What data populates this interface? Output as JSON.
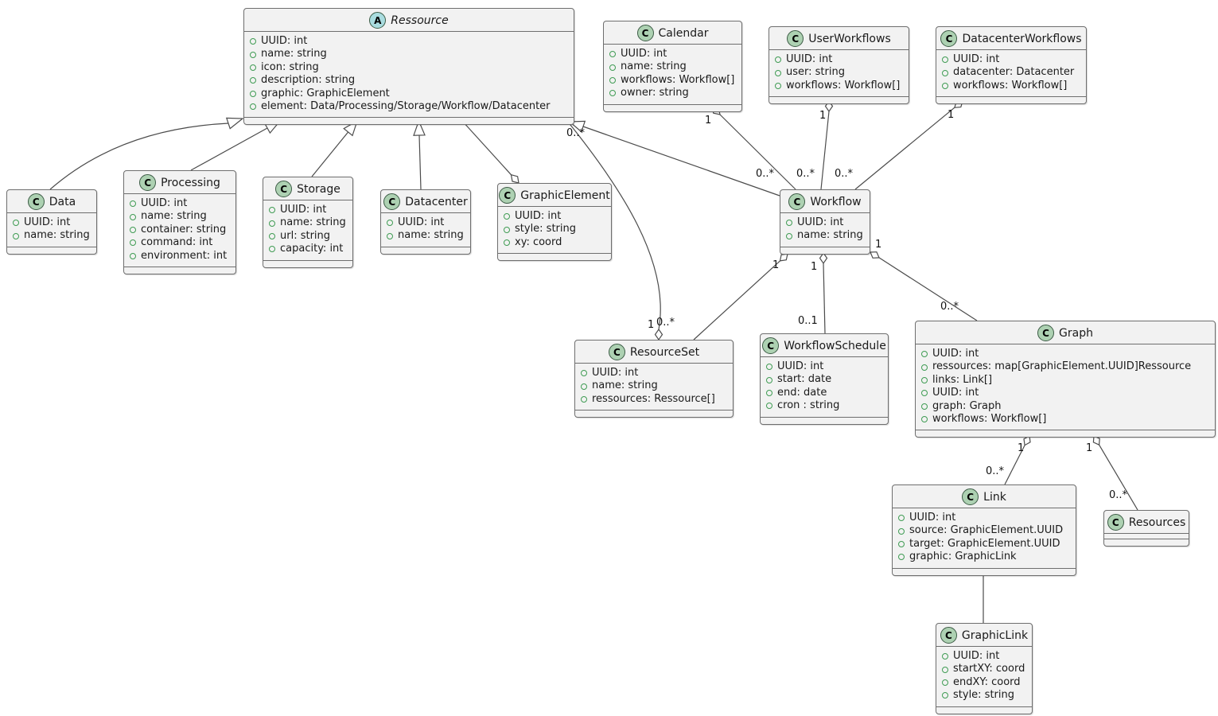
{
  "diagram": {
    "icons": {
      "class_letter": "C",
      "abstract_letter": "A"
    },
    "colors": {
      "background": "#FFFFFF",
      "box_fill": "#F2F2F2",
      "box_border": "#6E6E6E",
      "edge_line": "#4B4B4B",
      "class_circle_fill": "#ADD1B2",
      "abstract_circle_fill": "#A9DCDF",
      "attribute_icon_green": "#3F9C53",
      "text": "#1A1A1A"
    },
    "classes": [
      {
        "id": "ressource",
        "name": "Ressource",
        "stereotype": "abstract",
        "attributes": [
          "UUID: int",
          "name: string",
          "icon: string",
          "description: string",
          "graphic: GraphicElement",
          "element: Data/Processing/Storage/Workflow/Datacenter"
        ]
      },
      {
        "id": "calendar",
        "name": "Calendar",
        "stereotype": "class",
        "attributes": [
          "UUID: int",
          "name: string",
          "workflows: Workflow[]",
          "owner: string"
        ]
      },
      {
        "id": "userworkflows",
        "name": "UserWorkflows",
        "stereotype": "class",
        "attributes": [
          "UUID: int",
          "user: string",
          "workflows: Workflow[]"
        ]
      },
      {
        "id": "datacenterworkflows",
        "name": "DatacenterWorkflows",
        "stereotype": "class",
        "attributes": [
          "UUID: int",
          "datacenter: Datacenter",
          "workflows: Workflow[]"
        ]
      },
      {
        "id": "data",
        "name": "Data",
        "stereotype": "class",
        "attributes": [
          "UUID: int",
          "name: string"
        ]
      },
      {
        "id": "processing",
        "name": "Processing",
        "stereotype": "class",
        "attributes": [
          "UUID: int",
          "name: string",
          "container: string",
          "command: int",
          "environment: int"
        ]
      },
      {
        "id": "storage",
        "name": "Storage",
        "stereotype": "class",
        "attributes": [
          "UUID: int",
          "name: string",
          "url: string",
          "capacity: int"
        ]
      },
      {
        "id": "datacenter",
        "name": "Datacenter",
        "stereotype": "class",
        "attributes": [
          "UUID: int",
          "name: string"
        ]
      },
      {
        "id": "graphicelement",
        "name": "GraphicElement",
        "stereotype": "class",
        "attributes": [
          "UUID: int",
          "style: string",
          "xy: coord"
        ]
      },
      {
        "id": "workflow",
        "name": "Workflow",
        "stereotype": "class",
        "attributes": [
          "UUID: int",
          "name: string"
        ]
      },
      {
        "id": "resourceset",
        "name": "ResourceSet",
        "stereotype": "class",
        "attributes": [
          "UUID: int",
          "name: string",
          "ressources: Ressource[]"
        ]
      },
      {
        "id": "workflowschedule",
        "name": "WorkflowSchedule",
        "stereotype": "class",
        "attributes": [
          "UUID: int",
          "start: date",
          "end: date",
          "cron : string"
        ]
      },
      {
        "id": "graph",
        "name": "Graph",
        "stereotype": "class",
        "attributes": [
          "UUID: int",
          "ressources: map[GraphicElement.UUID]Ressource",
          "links: Link[]",
          "UUID: int",
          "graph: Graph",
          "workflows: Workflow[]"
        ]
      },
      {
        "id": "link",
        "name": "Link",
        "stereotype": "class",
        "attributes": [
          "UUID: int",
          "source: GraphicElement.UUID",
          "target: GraphicElement.UUID",
          "graphic: GraphicLink"
        ]
      },
      {
        "id": "resources",
        "name": "Resources",
        "stereotype": "class",
        "attributes": []
      },
      {
        "id": "graphiclink",
        "name": "GraphicLink",
        "stereotype": "class",
        "attributes": [
          "UUID: int",
          "startXY: coord",
          "endXY: coord",
          "style: string"
        ]
      }
    ],
    "edge_labels": {
      "ressource_resourceset": {
        "near_ressource": "0..*",
        "near_resourceset": "1"
      },
      "calendar_workflow": {
        "near_calendar": "1",
        "near_workflow": "0..*"
      },
      "userworkflows_workflow": {
        "near_userworkflows": "1",
        "near_workflow": "0..*"
      },
      "datacenterworkflows_workflow": {
        "near_datacenterworkflows": "1",
        "near_workflow": "0..*"
      },
      "workflow_resourceset": {
        "near_workflow": "1",
        "near_resourceset": "0..*"
      },
      "workflow_workflowschedule": {
        "near_workflow": "1",
        "near_workflowschedule": "0..1"
      },
      "workflow_graph": {
        "near_workflow": "1",
        "near_graph": "0..*"
      },
      "graph_link": {
        "near_graph": "1",
        "near_link": "0..*"
      },
      "graph_resources": {
        "near_graph": "1",
        "near_resources": "0..*"
      }
    }
  }
}
